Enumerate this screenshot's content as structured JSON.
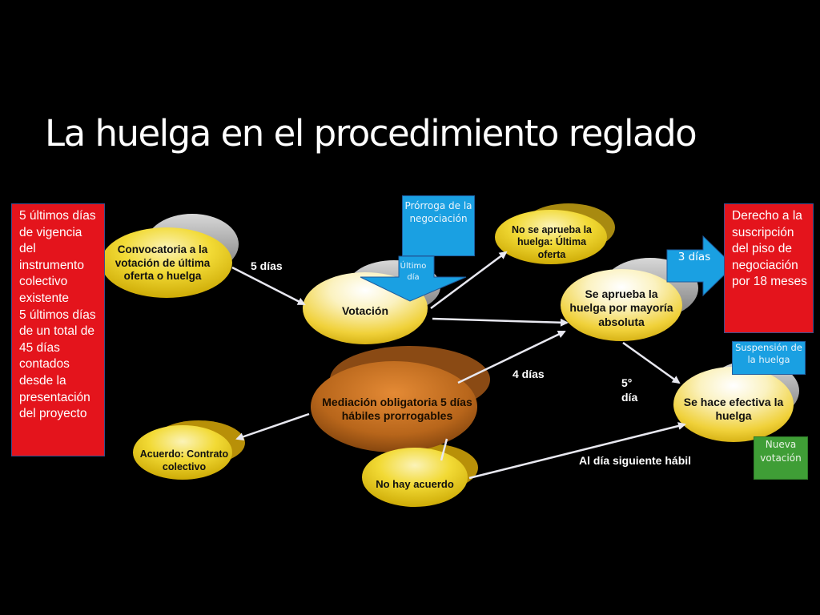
{
  "slide": {
    "title": "La huelga en el procedimiento reglado"
  },
  "boxes": {
    "plazos": "5 últimos días de vigencia del instrumento colectivo existente\n5 últimos días de un total de 45 días contados desde la presentación del proyecto",
    "prorroga": "Prórroga de la negociación",
    "ultimo_dia": "Último día",
    "derecho": "Derecho a la suscripción del piso de negociación por 18 meses",
    "tres_dias": "3 días",
    "suspension": "Suspensión de la huelga",
    "nueva_votacion": "Nueva votación"
  },
  "nodes": {
    "convocatoria": "Convocatoria a la votación de última oferta o huelga",
    "votacion": "Votación",
    "no_aprueba": "No se aprueba la huelga: Última oferta",
    "se_aprueba": "Se aprueba la huelga por mayoría absoluta",
    "mediacion": "Mediación obligatoria 5 días hábiles prorrogables",
    "acuerdo": "Acuerdo: Contrato colectivo",
    "no_acuerdo": "No hay acuerdo",
    "efectiva": "Se hace efectiva la huelga"
  },
  "edge_labels": {
    "cinco_dias": "5 días",
    "cuatro_dias": "4 días",
    "quinto_dia": "5° día",
    "dia_siguiente": "Al día siguiente hábil"
  },
  "colors": {
    "background": "#000000",
    "red_box": "#e4141c",
    "blue_box": "#1aa0e2",
    "green_box": "#3f9e36",
    "yellow_node": "#f1d21e",
    "orange_node": "#b8661b"
  }
}
